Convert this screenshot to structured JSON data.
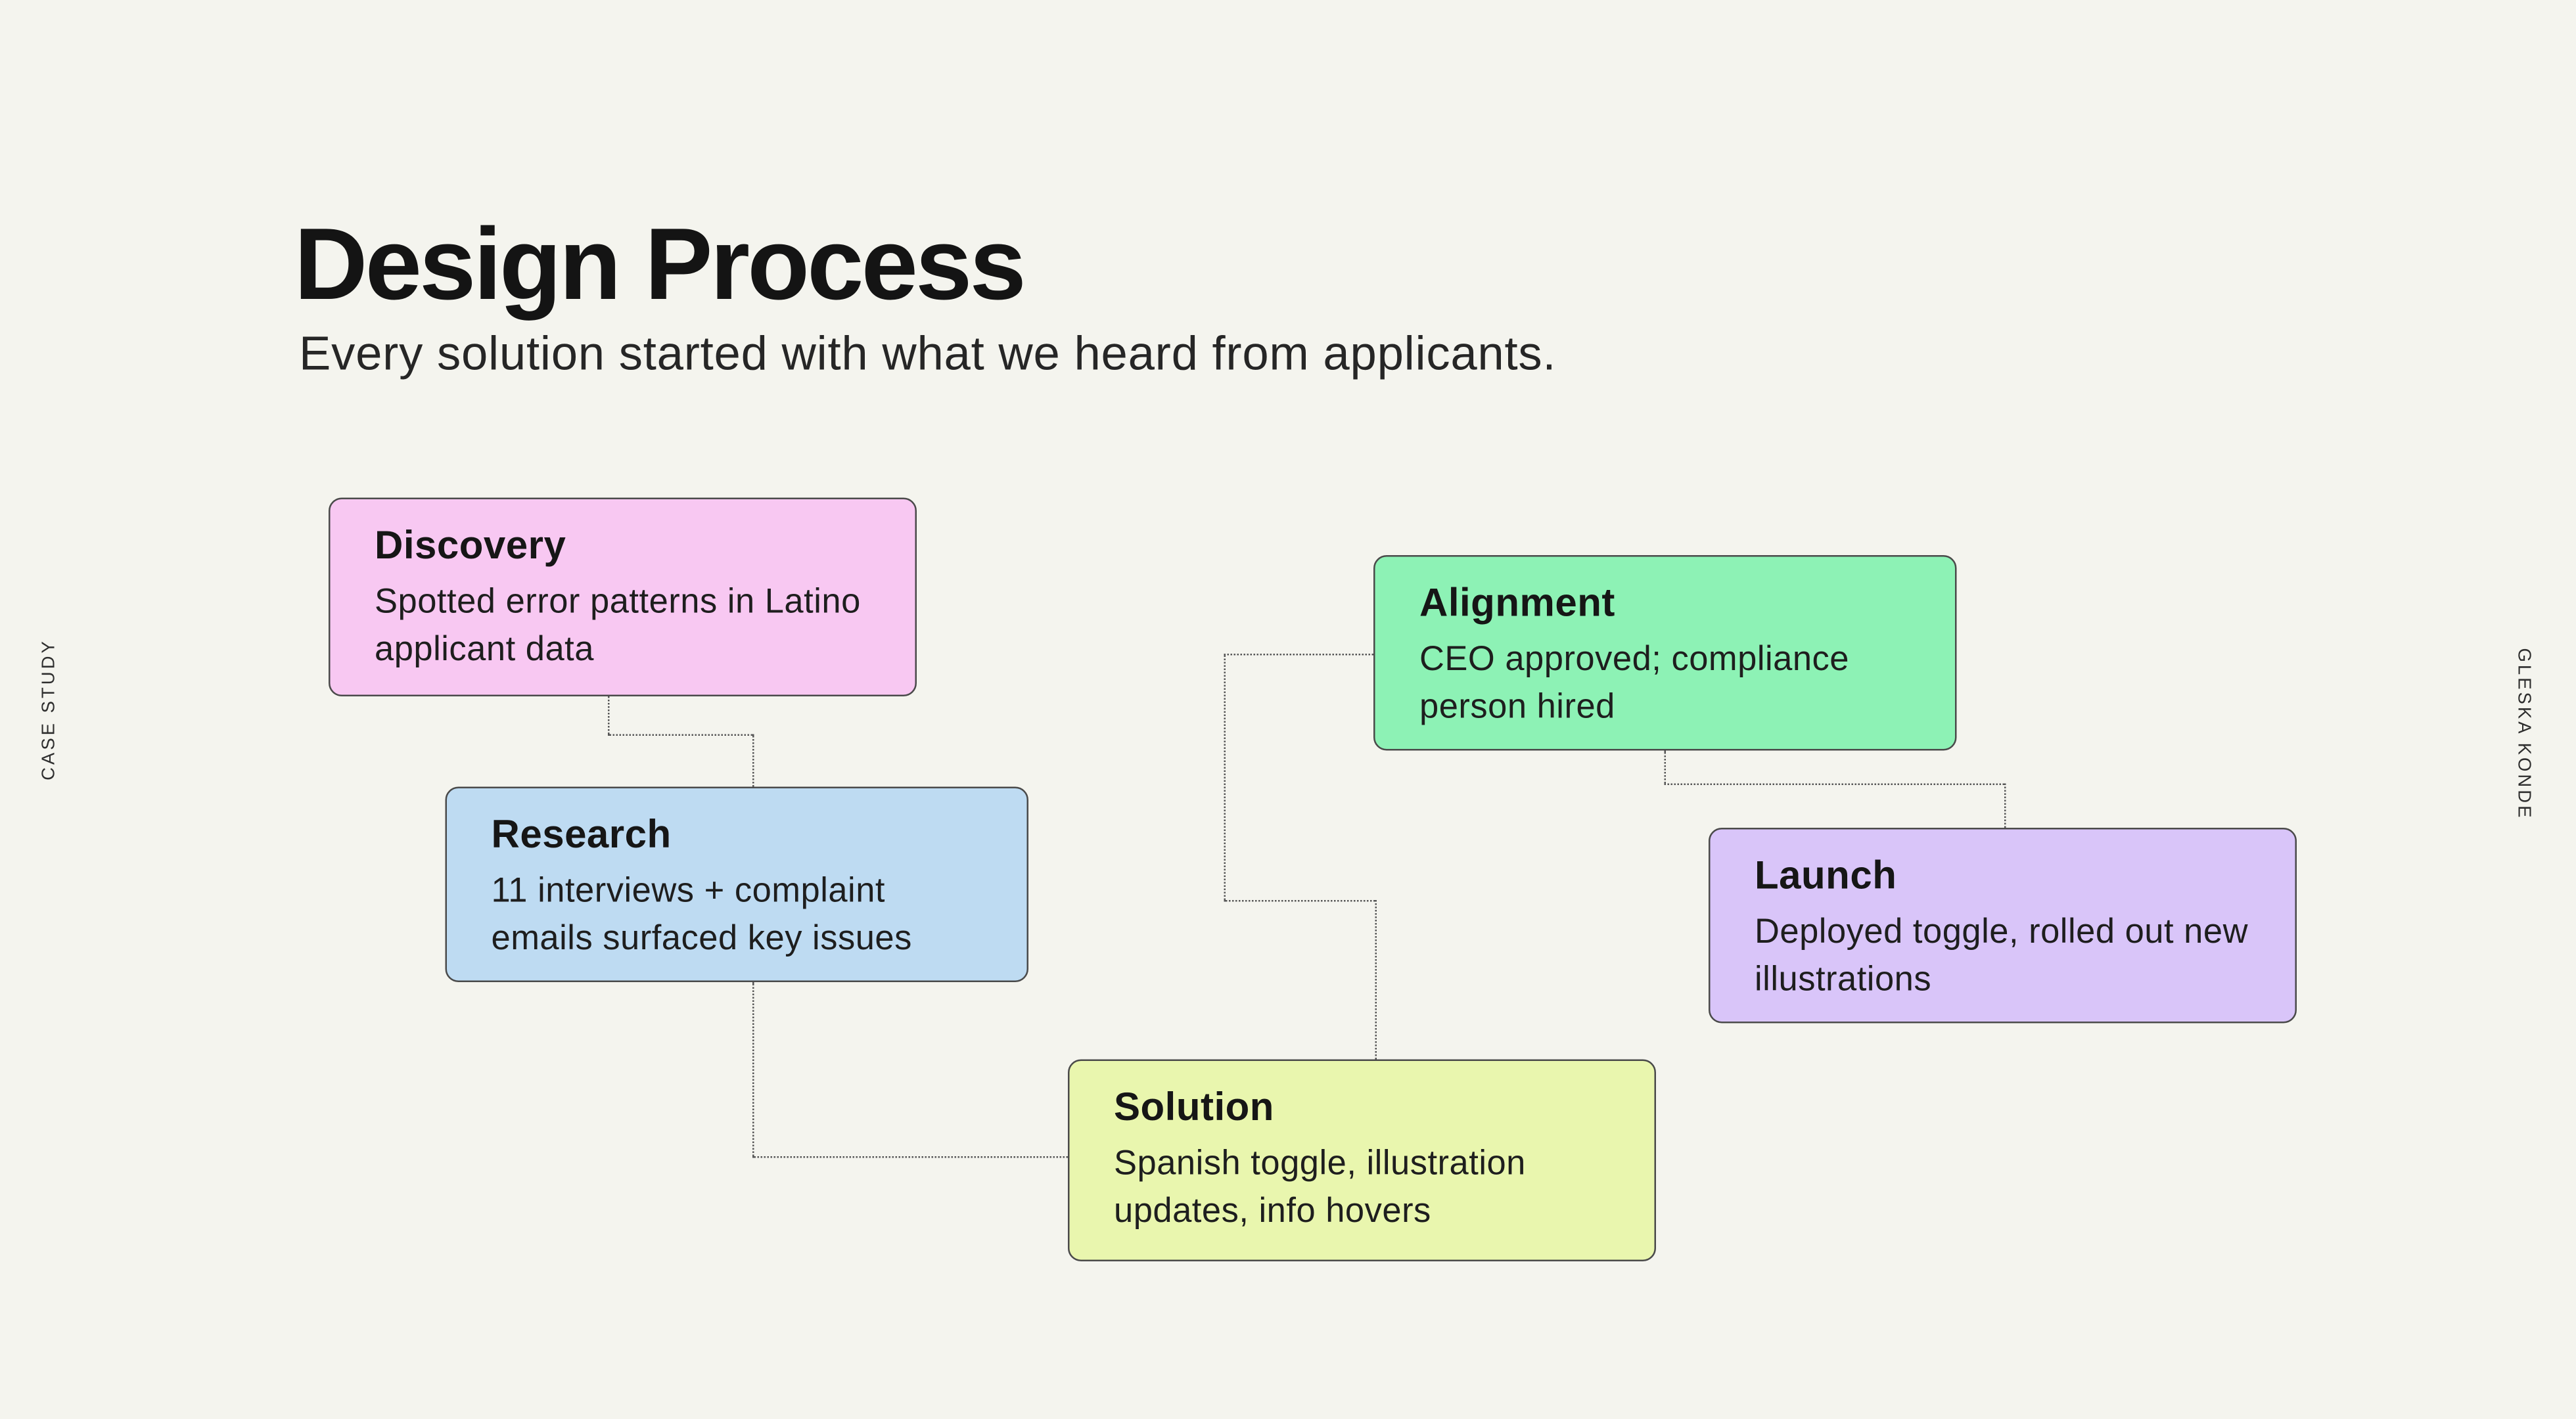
{
  "page": {
    "title": "Design Process",
    "subtitle": "Every solution started with what we heard from applicants.",
    "left_vertical_label": "CASE STUDY",
    "right_vertical_label": "GLESKA KONDE"
  },
  "colors": {
    "background": "#f4f4ee",
    "text": "#1c1c1c",
    "connector": "#555555",
    "card_border": "#4a4a4a",
    "discovery": "#f8c8f2",
    "research": "#bedbf2",
    "solution": "#e9f6ae",
    "alignment": "#8df2b5",
    "launch": "#d9c5f9"
  },
  "cards": [
    {
      "title": "Discovery",
      "body": "Spotted error patterns in Latino applicant data",
      "color": "#f8c8f2"
    },
    {
      "title": "Research",
      "body": "11 interviews + complaint emails surfaced key issues",
      "color": "#bedbf2"
    },
    {
      "title": "Solution",
      "body": "Spanish toggle, illustration updates, info hovers",
      "color": "#e9f6ae"
    },
    {
      "title": "Alignment",
      "body": "CEO approved; compliance person hired",
      "color": "#8df2b5"
    },
    {
      "title": "Launch",
      "body": "Deployed toggle, rolled out new illustrations",
      "color": "#d9c5f9"
    }
  ]
}
